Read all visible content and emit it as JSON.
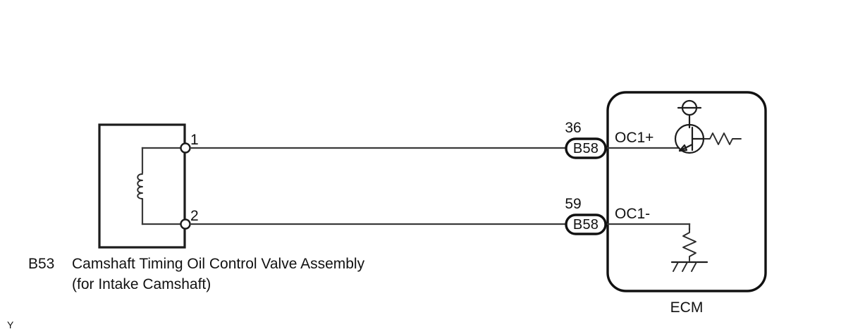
{
  "diagram": {
    "title": "Camshaft Timing Oil Control Valve Assembly wiring diagram",
    "corner_mark": "Y",
    "colors": {
      "wire": "#3a3a3a",
      "outline": "#1c1c1c",
      "background": "#ffffff"
    }
  },
  "component": {
    "code": "B53",
    "name_line1": "Camshaft Timing Oil Control Valve Assembly",
    "name_line2": "(for Intake Camshaft)",
    "terminals": [
      {
        "number": "1"
      },
      {
        "number": "2"
      }
    ],
    "internal_symbol": "coil-inductor"
  },
  "ecm": {
    "label": "ECM",
    "signals": [
      {
        "name": "OC1+",
        "symbol": "transistor-with-supply-and-resistor"
      },
      {
        "name": "OC1-",
        "symbol": "resistor-to-ground"
      }
    ],
    "internal_symbols": {
      "supply_node": "supply-test-point",
      "transistor": "transistor",
      "resistor_top": "resistor",
      "resistor_bottom": "resistor",
      "ground": "ground-symbol"
    }
  },
  "connectors": [
    {
      "pin": "36",
      "name": "B58",
      "signal": "OC1+"
    },
    {
      "pin": "59",
      "name": "B58",
      "signal": "OC1-"
    }
  ]
}
